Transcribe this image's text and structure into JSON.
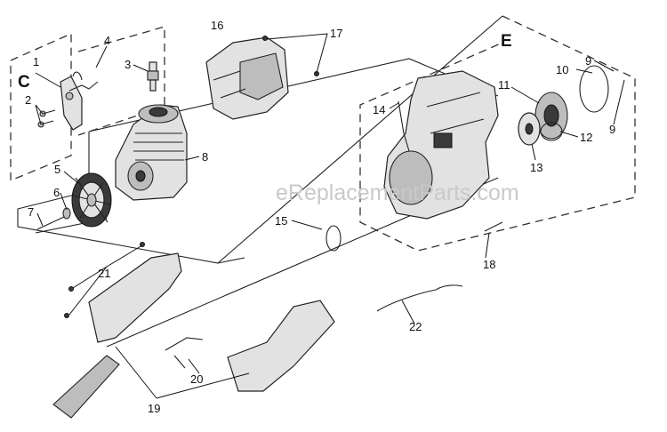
{
  "diagram": {
    "watermark": "eReplacementParts.com",
    "groups": [
      {
        "id": "C",
        "text": "C"
      },
      {
        "id": "E",
        "text": "E"
      }
    ],
    "labels": {
      "n1": "1",
      "n2": "2",
      "n3": "3",
      "n4": "4",
      "n5": "5",
      "n6": "6",
      "n7": "7",
      "n8": "8",
      "n9a": "9",
      "n9b": "9",
      "n10": "10",
      "n11": "11",
      "n12": "12",
      "n13": "13",
      "n14": "14",
      "n15": "15",
      "n16": "16",
      "n17": "17",
      "n18": "18",
      "n19": "19",
      "n20": "20",
      "n21": "21",
      "n22": "22"
    }
  }
}
